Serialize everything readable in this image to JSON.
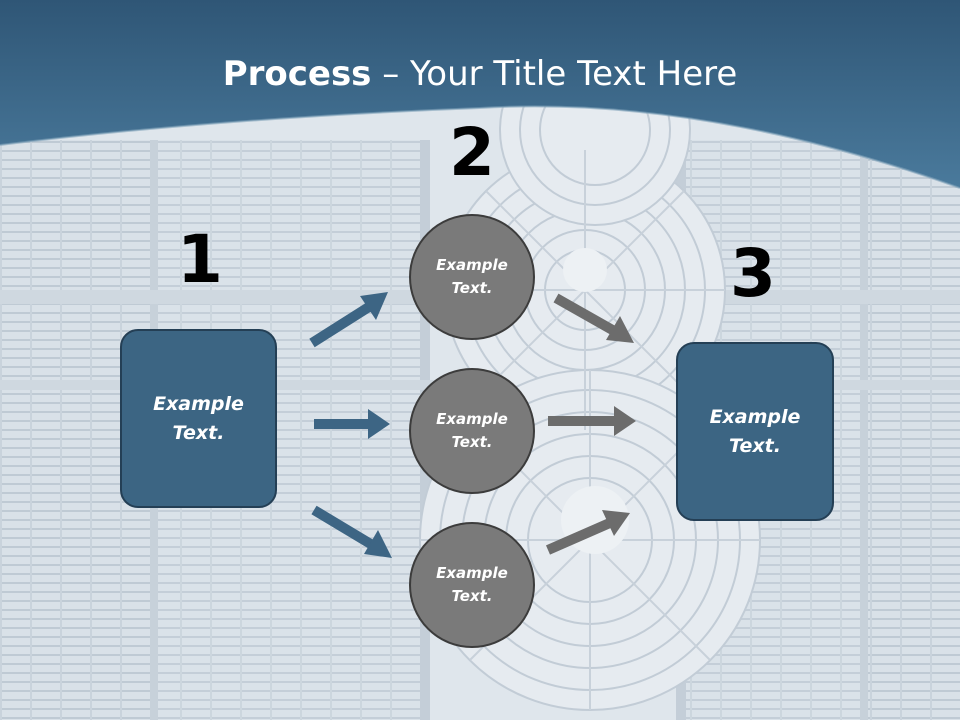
{
  "title": {
    "bold": "Process",
    "rest": " – Your Title Text Here"
  },
  "steps": {
    "one": "1",
    "two": "2",
    "three": "3"
  },
  "input_box": {
    "text": "Example Text."
  },
  "middle_nodes": [
    {
      "text": "Example Text."
    },
    {
      "text": "Example Text."
    },
    {
      "text": "Example Text."
    }
  ],
  "output_box": {
    "text": "Example Text."
  },
  "colors": {
    "header": "#3f6b8d",
    "box_fill": "#3c6583",
    "circle_fill": "#7a7a7a",
    "blue_arrow": "#3d6584",
    "gray_arrow": "#6c6c6c"
  }
}
